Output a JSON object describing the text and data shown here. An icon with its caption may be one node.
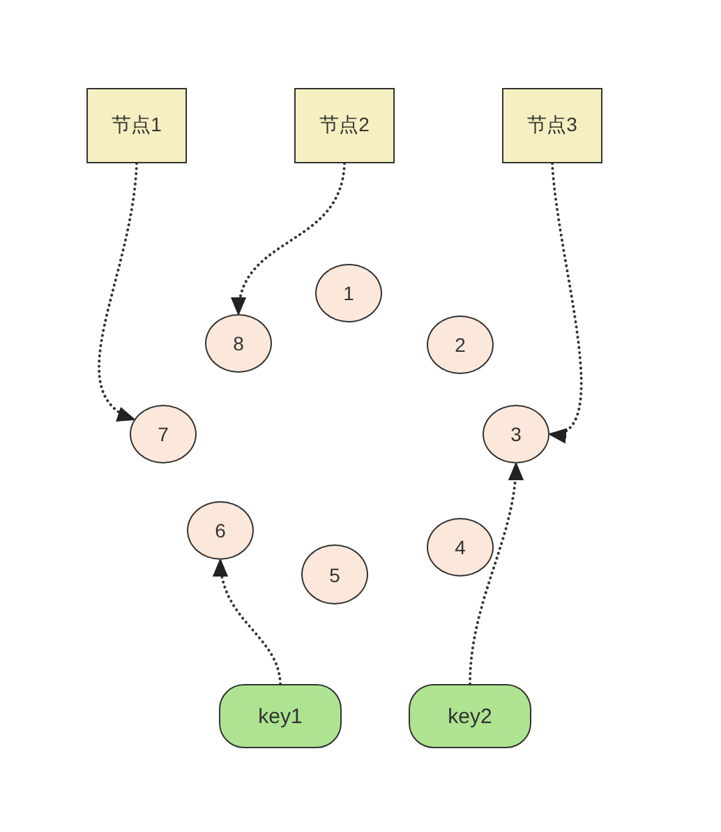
{
  "diagram": {
    "nodes": [
      {
        "text": [
          "节点1"
        ]
      },
      {
        "text": [
          "节点2"
        ]
      },
      {
        "text": [
          "节点3"
        ]
      },
      {
        "text": [
          "1"
        ]
      },
      {
        "text": [
          "2"
        ]
      },
      {
        "text": [
          "3"
        ]
      },
      {
        "text": [
          "4"
        ]
      },
      {
        "text": [
          "5"
        ]
      },
      {
        "text": [
          "6"
        ]
      },
      {
        "text": [
          "7"
        ]
      },
      {
        "text": [
          "8"
        ]
      },
      {
        "text": [
          "key1"
        ]
      },
      {
        "text": [
          "key2"
        ]
      }
    ],
    "edges": [
      {
        "from": 0,
        "to": 9,
        "arrow": "to"
      },
      {
        "from": 1,
        "to": 10,
        "arrow": "to"
      },
      {
        "from": 2,
        "to": 5,
        "arrow": "to"
      },
      {
        "from": 11,
        "to": 8,
        "arrow": "to"
      },
      {
        "from": 12,
        "to": 5,
        "arrow": "to"
      }
    ]
  }
}
